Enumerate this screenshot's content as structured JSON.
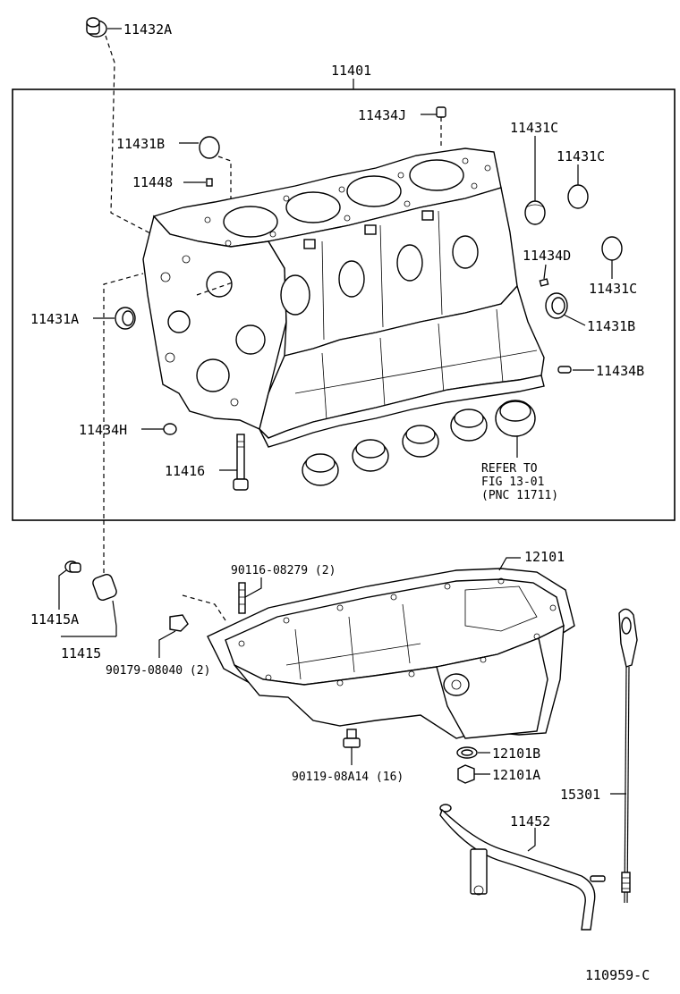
{
  "labels": {
    "p11432A": "11432A",
    "p11401": "11401",
    "p11434J": "11434J",
    "p11431B_top": "11431B",
    "p11431C_1": "11431C",
    "p11431C_2": "11431C",
    "p11448": "11448",
    "p11434D": "11434D",
    "p11431C_3": "11431C",
    "p11431A": "11431A",
    "p11431B": "11431B",
    "p11434B": "11434B",
    "p11434H": "11434H",
    "p11416": "11416",
    "refer1": "REFER TO",
    "refer2": "FIG 13-01",
    "refer3": "(PNC 11711)",
    "p12101": "12101",
    "p90116": "90116-08279 (2)",
    "p11415A": "11415A",
    "p11415": "11415",
    "p90179": "90179-08040 (2)",
    "p12101B": "12101B",
    "p90119": "90119-08A14 (16)",
    "p12101A": "12101A",
    "p15301": "15301",
    "p11452": "11452",
    "figno": "110959-C"
  }
}
